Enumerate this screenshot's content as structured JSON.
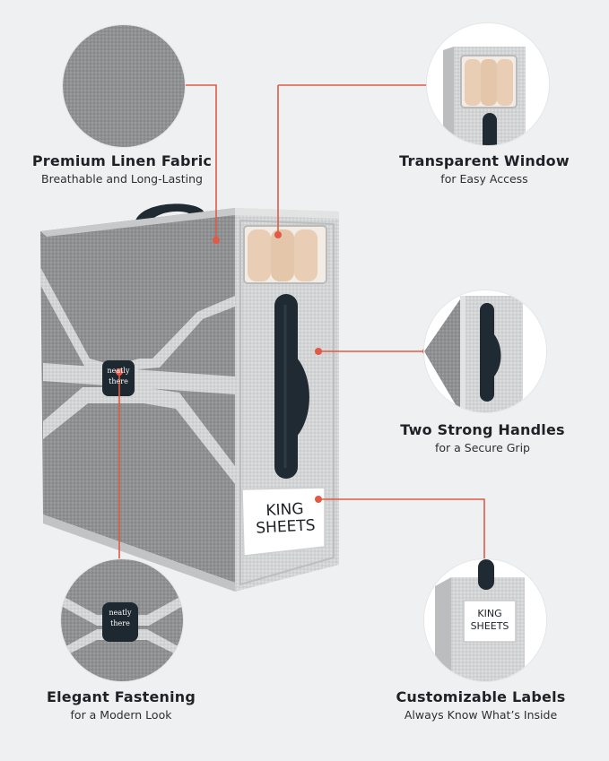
{
  "features": {
    "premium_linen": {
      "title": "Premium Linen Fabric",
      "subtitle": "Breathable and Long-Lasting"
    },
    "transparent_window": {
      "title": "Transparent Window",
      "subtitle": "for Easy Access"
    },
    "two_handles": {
      "title": "Two Strong Handles",
      "subtitle": "for a Secure Grip"
    },
    "elegant_fastening": {
      "title": "Elegant Fastening",
      "subtitle": "for a Modern Look"
    },
    "custom_labels": {
      "title": "Customizable Labels",
      "subtitle": "Always Know What’s Inside"
    }
  },
  "product": {
    "label_line1": "KING",
    "label_line2": "SHEETS",
    "logo_line1": "neatly",
    "logo_line2": "there"
  },
  "colors": {
    "background": "#eef0f1",
    "callout_line": "#e05a45",
    "fabric_dark": "#8e8f91",
    "fabric_light": "#cfd0d1",
    "handle": "#1f2a33",
    "sheets": "#e9cdb4"
  }
}
